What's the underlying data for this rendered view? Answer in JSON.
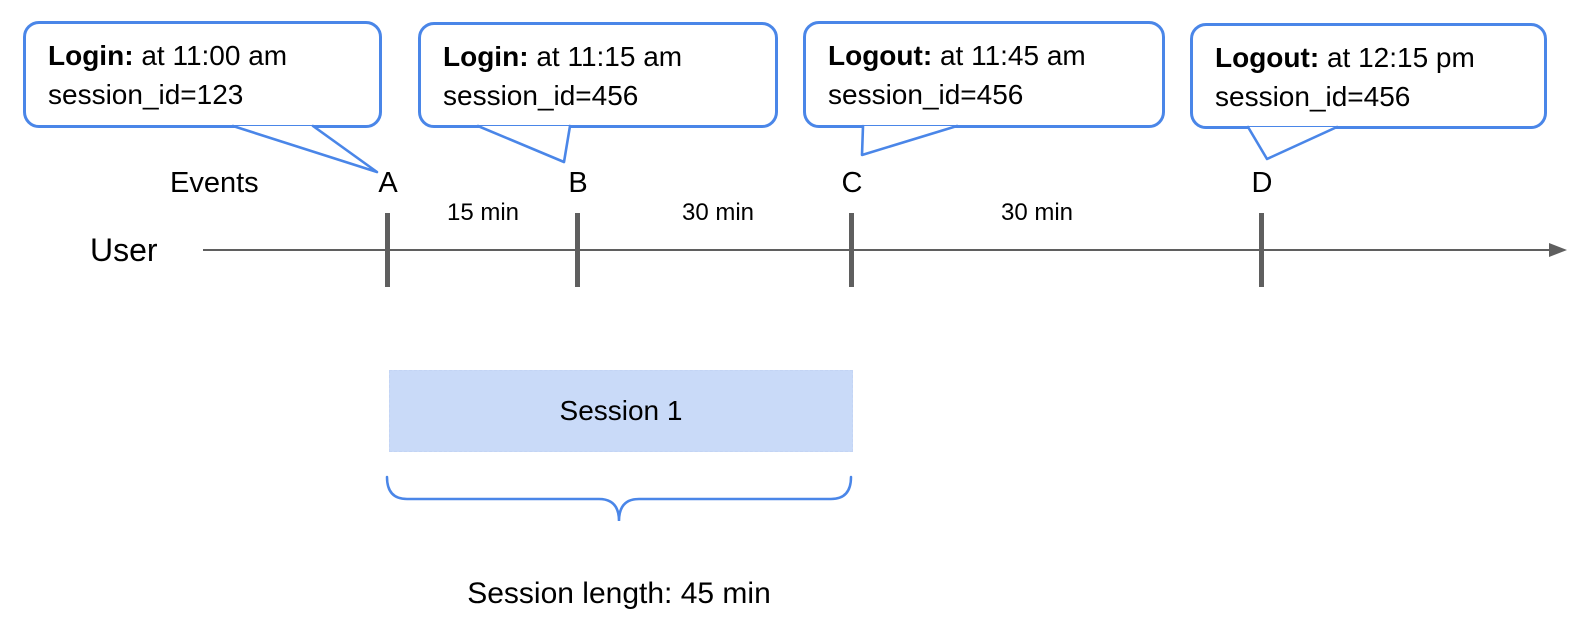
{
  "labels": {
    "user": "User",
    "events": "Events"
  },
  "bubbles": [
    {
      "event": "A",
      "title": "Login:",
      "time": "at 11:00 am",
      "session": "session_id=123"
    },
    {
      "event": "B",
      "title": "Login:",
      "time": "at 11:15 am",
      "session": "session_id=456"
    },
    {
      "event": "C",
      "title": "Logout:",
      "time": "at 11:45 am",
      "session": "session_id=456"
    },
    {
      "event": "D",
      "title": "Logout:",
      "time": "at 12:15 pm",
      "session": "session_id=456"
    }
  ],
  "timeline": {
    "events": [
      {
        "letter": "A"
      },
      {
        "letter": "B"
      },
      {
        "letter": "C"
      },
      {
        "letter": "D"
      }
    ],
    "intervals": [
      {
        "label": "15 min"
      },
      {
        "label": "30 min"
      },
      {
        "label": "30 min"
      }
    ]
  },
  "session": {
    "label": "Session 1",
    "caption": "Session length: 45 min"
  },
  "colors": {
    "bubble_border": "#4a86e8",
    "brace_blue": "#4a86e8",
    "session_fill": "#c9daf8",
    "line_gray": "#5f5f5f",
    "text": "#000000"
  }
}
